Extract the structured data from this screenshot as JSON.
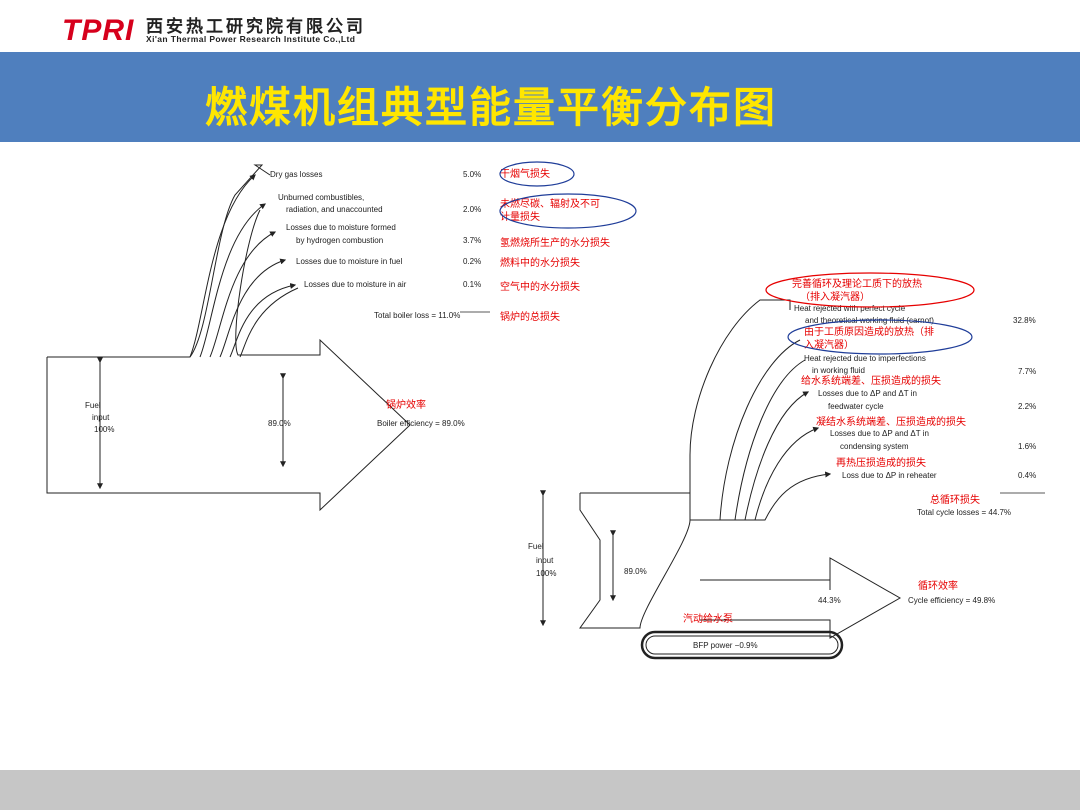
{
  "header": {
    "logo_mark": "TPRI",
    "logo_cn": "西安热工研究院有限公司",
    "logo_en": "Xi'an Thermal Power Research Institute Co.,Ltd"
  },
  "title": "燃煤机组典型能量平衡分布图",
  "boiler": {
    "fuel_label_1": "Fuel",
    "fuel_label_2": "input",
    "fuel_label_3": "100%",
    "center_pct": "89.0%",
    "efficiency_label": "Boiler efficiency = 89.0%",
    "efficiency_cn": "锅炉效率",
    "losses": [
      {
        "line1": "Dry gas losses",
        "line2": "",
        "pct": "5.0%",
        "cn1": "干烟气损失",
        "cn2": ""
      },
      {
        "line1": "Unburned combustibles,",
        "line2": "radiation, and unaccounted",
        "pct": "2.0%",
        "cn1": "未燃尽碳、辐射及不可",
        "cn2": "计量损失"
      },
      {
        "line1": "Losses due to moisture formed",
        "line2": "by hydrogen combustion",
        "pct": "3.7%",
        "cn1": "氢燃烧所生产的水分损失",
        "cn2": ""
      },
      {
        "line1": "Losses due to moisture in fuel",
        "line2": "",
        "pct": "0.2%",
        "cn1": "燃料中的水分损失",
        "cn2": ""
      },
      {
        "line1": "Losses due to moisture in air",
        "line2": "",
        "pct": "0.1%",
        "cn1": "空气中的水分损失",
        "cn2": ""
      }
    ],
    "total_label": "Total boiler loss = 11.0%",
    "total_cn": "锅炉的总损失"
  },
  "cycle": {
    "fuel_label_1": "Fuel",
    "fuel_label_2": "input",
    "fuel_label_3": "100%",
    "center_pct": "89.0%",
    "output_pct": "44.3%",
    "efficiency_label": "Cycle efficiency = 49.8%",
    "efficiency_cn": "循环效率",
    "bfp_label": "BFP power −0.9%",
    "bfp_cn": "汽动给水泵",
    "losses": [
      {
        "line1": "Heat rejected with perfect cycle",
        "line2": "and theoretical working fluid (carnot)",
        "pct": "32.8%",
        "cn1": "完善循环及理论工质下的放热",
        "cn2": "（排入凝汽器）"
      },
      {
        "line1": "Heat rejected due to imperfections",
        "line2": "in working fluid",
        "pct": "7.7%",
        "cn1": "由于工质原因造成的放热（排",
        "cn2": "入凝汽器）"
      },
      {
        "line1": "Losses due to ΔP and ΔT in",
        "line2": "feedwater cycle",
        "pct": "2.2%",
        "cn1": "给水系统端差、压损造成的损失",
        "cn2": ""
      },
      {
        "line1": "Losses due to ΔP and ΔT in",
        "line2": "condensing system",
        "pct": "1.6%",
        "cn1": "凝结水系统端差、压损造成的损失",
        "cn2": ""
      },
      {
        "line1": "Loss due to ΔP in reheater",
        "line2": "",
        "pct": "0.4%",
        "cn1": "再热压损造成的损失",
        "cn2": ""
      }
    ],
    "total_label": "Total cycle losses = 44.7%",
    "total_cn": "总循环损失"
  },
  "colors": {
    "title_band": "#4f7fbe",
    "title_text": "#ffe600",
    "annotation": "#e60000",
    "brand": "#d6001c",
    "footer": "#c6c6c6"
  }
}
